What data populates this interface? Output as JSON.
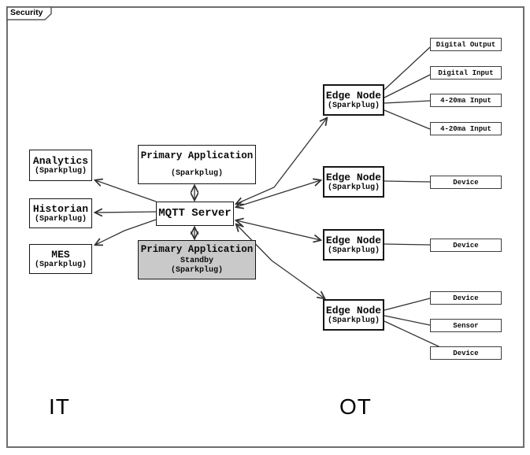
{
  "frame": {
    "label": "Security"
  },
  "zones": {
    "it": "IT",
    "ot": "OT"
  },
  "boxes": {
    "analytics": {
      "title": "Analytics",
      "subtitle": "(Sparkplug)"
    },
    "historian": {
      "title": "Historian",
      "subtitle": "(Sparkplug)"
    },
    "mes": {
      "title": "MES",
      "subtitle": "(Sparkplug)"
    },
    "primary_application": {
      "title": "Primary Application",
      "subtitle": "(Sparkplug)"
    },
    "mqtt_server": {
      "title": "MQTT Server"
    },
    "primary_application_standby": {
      "title": "Primary Application",
      "line2": "Standby",
      "subtitle": "(Sparkplug)"
    },
    "edge_nodes": [
      {
        "title": "Edge Node",
        "subtitle": "(Sparkplug)"
      },
      {
        "title": "Edge Node",
        "subtitle": "(Sparkplug)"
      },
      {
        "title": "Edge Node",
        "subtitle": "(Sparkplug)"
      },
      {
        "title": "Edge Node",
        "subtitle": "(Sparkplug)"
      }
    ],
    "devices": [
      {
        "label": "Digital Output"
      },
      {
        "label": "Digital Input"
      },
      {
        "label": "4-20ma Input"
      },
      {
        "label": "4-20ma Input"
      },
      {
        "label": "Device"
      },
      {
        "label": "Device"
      },
      {
        "label": "Device"
      },
      {
        "label": "Sensor"
      },
      {
        "label": "Device"
      }
    ]
  },
  "colors": {
    "standby_fill": "#c9c9c9",
    "line": "#333333",
    "frame_border": "#6e6e6e",
    "box_border": "#161616"
  }
}
